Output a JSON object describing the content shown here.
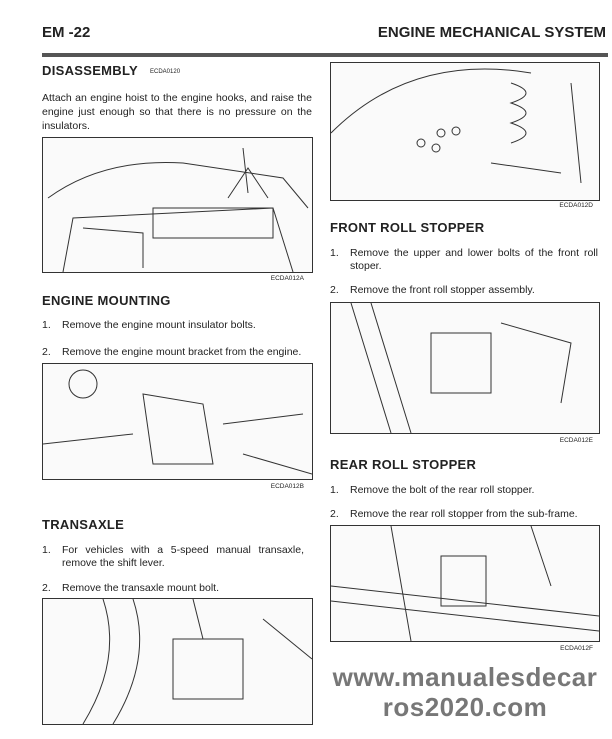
{
  "header": {
    "page": "EM -22",
    "section": "ENGINE MECHANICAL SYSTEM"
  },
  "disassembly": {
    "title": "DISASSEMBLY",
    "code": "ECDA0120",
    "text": "Attach an engine hoist to the engine hooks, and raise the engine just enough so that there is no pressure on the insulators.",
    "figure": "ECDA012A"
  },
  "engine_mounting": {
    "title": "ENGINE MOUNTING",
    "items": [
      {
        "n": "1.",
        "text": "Remove the engine mount insulator bolts."
      },
      {
        "n": "2.",
        "text": "Remove the engine mount bracket from the engine."
      }
    ],
    "figure": "ECDA012B"
  },
  "transaxle": {
    "title": "TRANSAXLE",
    "items": [
      {
        "n": "1.",
        "text": "For vehicles with a 5-speed manual transaxle, remove the shift lever."
      },
      {
        "n": "2.",
        "text": "Remove the transaxle mount bolt."
      }
    ]
  },
  "right_top": {
    "figure": "ECDA012D"
  },
  "front_roll": {
    "title": "FRONT ROLL STOPPER",
    "items": [
      {
        "n": "1.",
        "text": "Remove the upper and lower bolts of the front roll stoper."
      },
      {
        "n": "2.",
        "text": "Remove the front roll stopper assembly."
      }
    ],
    "figure": "ECDA012E"
  },
  "rear_roll": {
    "title": "REAR ROLL STOPPER",
    "items": [
      {
        "n": "1.",
        "text": "Remove the bolt of the rear roll stopper."
      },
      {
        "n": "2.",
        "text": "Remove the rear roll stopper from the sub-frame."
      }
    ],
    "figure": "ECDA012F"
  },
  "watermark": "www.manualesdecarros2020.com"
}
